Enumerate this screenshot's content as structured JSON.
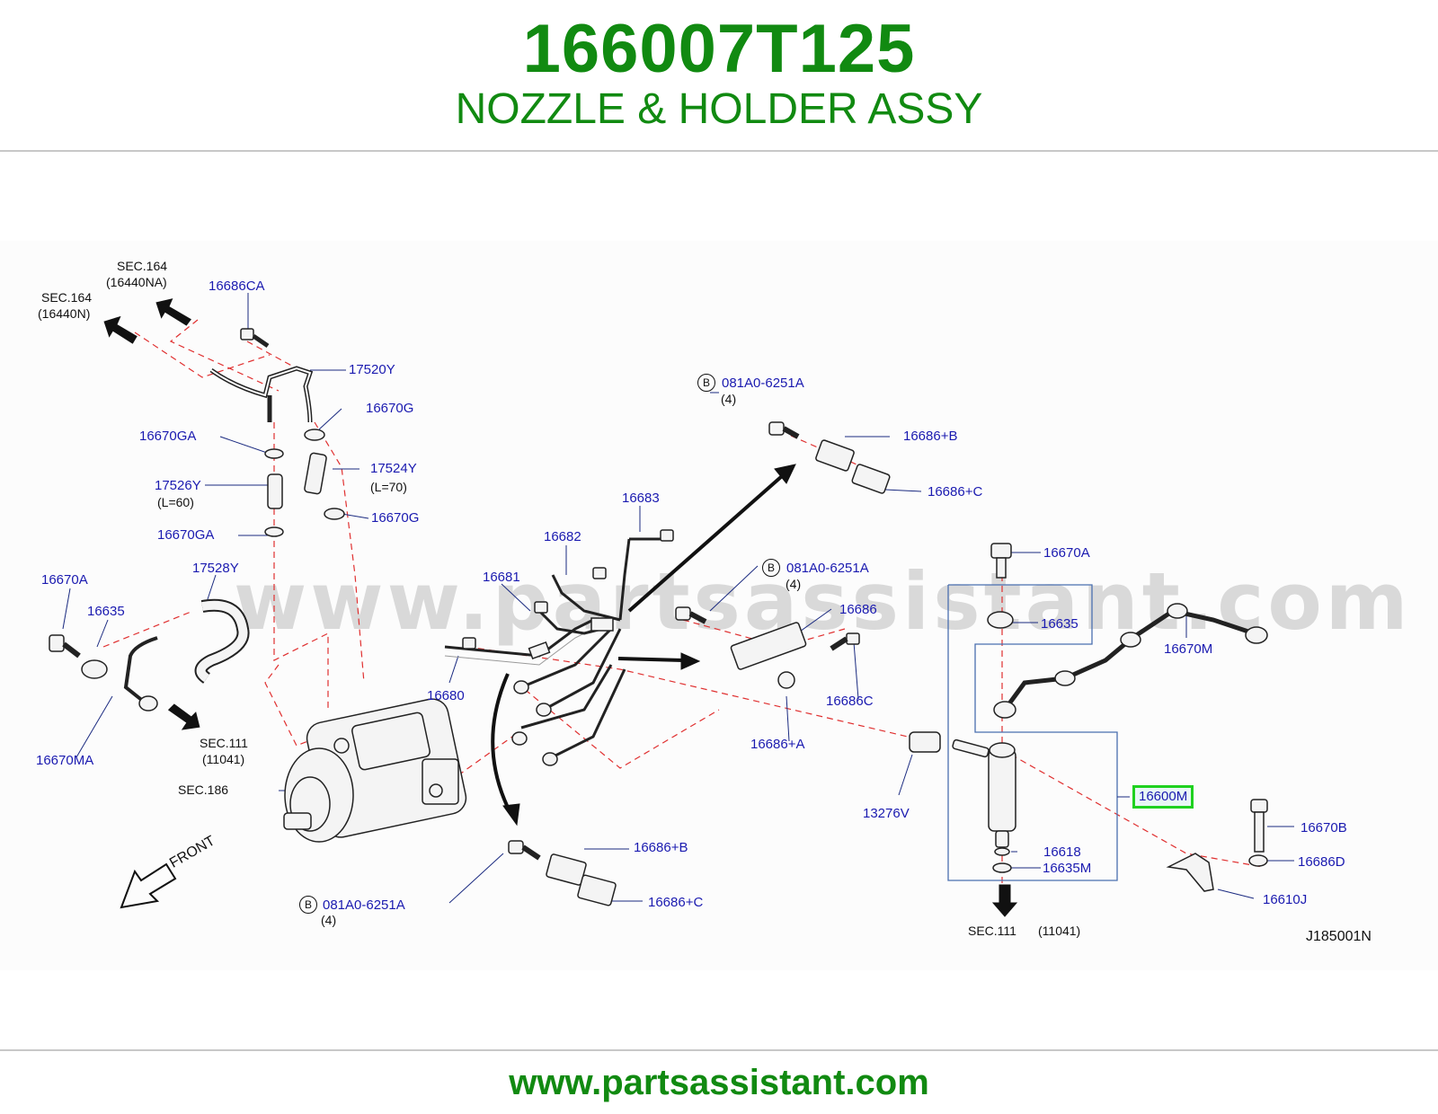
{
  "header": {
    "part_number": "166007T125",
    "part_name": "NOZZLE & HOLDER ASSY"
  },
  "diagram": {
    "watermark": "www.partsassistant.com",
    "code": "J185001N",
    "front_label": "FRONT",
    "callouts": {
      "c16686CA": "16686CA",
      "c17520Y": "17520Y",
      "c16670G_a": "16670G",
      "c16670GA_a": "16670GA",
      "c17524Y": "17524Y",
      "c17526Y": "17526Y",
      "c16670G_b": "16670G",
      "c16670GA_b": "16670GA",
      "c16670A_left": "16670A",
      "c16635_left": "16635",
      "c17528Y": "17528Y",
      "c16670MA": "16670MA",
      "c16683": "16683",
      "c16682": "16682",
      "c16681": "16681",
      "c16680": "16680",
      "c081A0_top": "081A0-6251A",
      "c16686B_top": "16686+B",
      "c16686C_top": "16686+C",
      "c081A0_mid": "081A0-6251A",
      "c16686": "16686",
      "c16686C_mid": "16686C",
      "c16686A": "16686+A",
      "c13276V": "13276V",
      "c16686B_bot": "16686+B",
      "c16686C_bot": "16686+C",
      "c081A0_bot": "081A0-6251A",
      "c16670A_right": "16670A",
      "c16635_right": "16635",
      "c16670M": "16670M",
      "c16600M": "16600M",
      "c16618": "16618",
      "c16635M": "16635M",
      "c16670B": "16670B",
      "c16686D": "16686D",
      "c16610J": "16610J"
    },
    "refs": {
      "sec164_top": "SEC.164",
      "sec164_top_code": "(16440NA)",
      "sec164_left": "SEC.164",
      "sec164_left_code": "(16440N)",
      "l70": "(L=70)",
      "l60": "(L=60)",
      "sec111_left": "SEC.111",
      "sec111_left_code": "(11041)",
      "sec186": "SEC.186",
      "qty_top": "(4)",
      "qty_mid": "(4)",
      "qty_bot": "(4)",
      "sec111_bottom": "SEC.111",
      "sec111_bottom_code": "(11041)",
      "b_mark": "B"
    }
  },
  "footer": {
    "url": "www.partsassistant.com"
  }
}
